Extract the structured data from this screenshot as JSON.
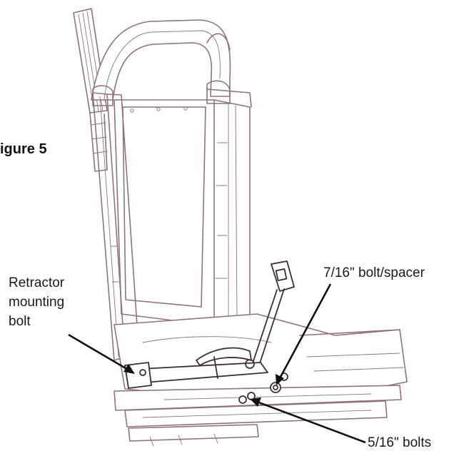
{
  "figure": {
    "title": "igure 5"
  },
  "callouts": [
    {
      "id": "retractor",
      "text": "Retractor\nmounting\nbolt"
    },
    {
      "id": "bolt-spacer",
      "text": "7/16\" bolt/spacer"
    },
    {
      "id": "bolts",
      "text": "5/16\" bolts"
    }
  ],
  "colors": {
    "seat_lines": "#8c7479",
    "dark_parts": "#3c2f33",
    "leaders": "#111111"
  }
}
